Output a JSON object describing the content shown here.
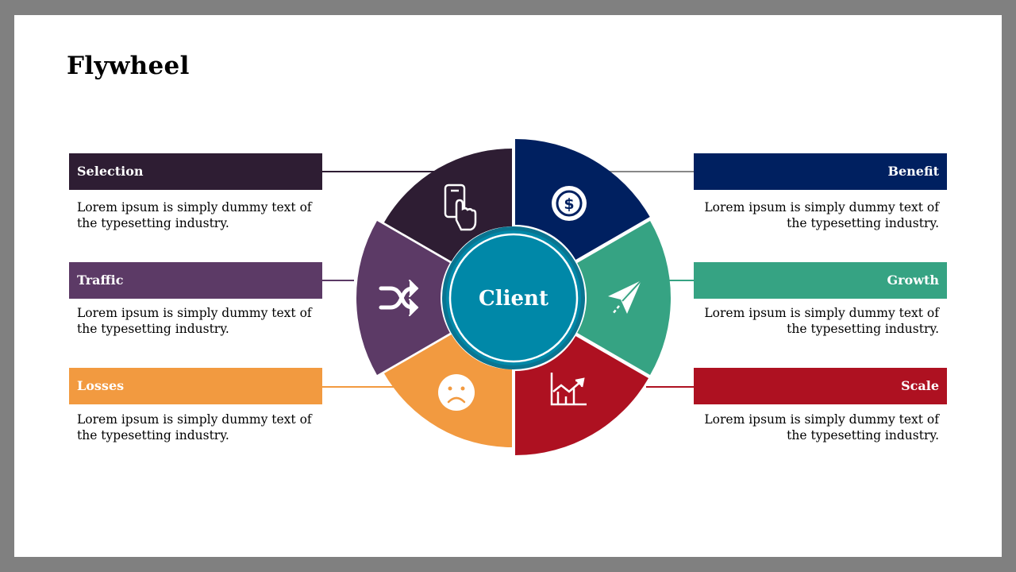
{
  "slide": {
    "title": "Flywheel",
    "center_label": "Client"
  },
  "items": [
    {
      "label": "Selection",
      "text": "Lorem ipsum is simply dummy text of the typesetting industry.",
      "color": "#2e1d33",
      "icon": "smartphone-touch-icon"
    },
    {
      "label": "Traffic",
      "text": "Lorem ipsum is simply dummy text of the typesetting industry.",
      "color": "#5c3a66",
      "icon": "shuffle-icon"
    },
    {
      "label": "Losses",
      "text": "Lorem ipsum is simply dummy text of the typesetting industry.",
      "color": "#f29a40",
      "icon": "sad-face-icon"
    },
    {
      "label": "Benefit",
      "text": "Lorem ipsum is simply dummy text of the typesetting industry.",
      "color": "#002060",
      "icon": "dollar-coin-icon"
    },
    {
      "label": "Growth",
      "text": "Lorem ipsum is simply dummy text of the typesetting industry.",
      "color": "#36a383",
      "icon": "paper-plane-icon"
    },
    {
      "label": "Scale",
      "text": "Lorem ipsum is simply dummy text of the typesetting industry.",
      "color": "#ae1121",
      "icon": "growth-chart-icon"
    }
  ],
  "center_color": "#0088a8"
}
